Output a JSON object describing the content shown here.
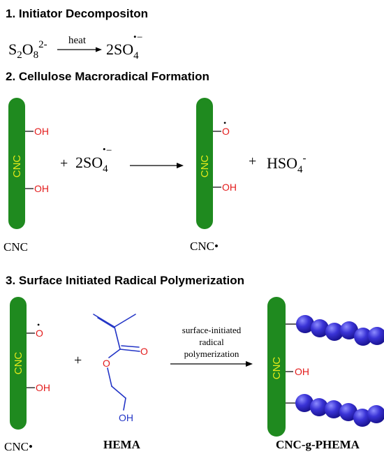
{
  "colors": {
    "rod": "#1f8a1f",
    "rod_text": "#e4ea1a",
    "red": "#e31b1b",
    "blue": "#2234c6",
    "bead": "#3a33d6"
  },
  "section1": {
    "title": "1. Initiator Decompositon",
    "reactant_main": "S",
    "reactant_sub1": "2",
    "reactant_mid": "O",
    "reactant_sub2": "8",
    "reactant_sup": "2-",
    "arrow_label": "heat",
    "product_main": "2SO",
    "product_sub": "4",
    "product_radical": "•",
    "product_charge": "−"
  },
  "section2": {
    "title": "2. Cellulose Macroradical Formation",
    "rod_label": "CNC",
    "oh_label": "OH",
    "o_label": "O",
    "radical_dot": "•",
    "plus": "+",
    "reagent_main": "2SO",
    "reagent_sub": "4",
    "reagent_charge": "−",
    "byproduct_main": "HSO",
    "byproduct_sub": "4",
    "byproduct_charge": "-",
    "caption_left": "CNC",
    "caption_right": "CNC•"
  },
  "section3": {
    "title": "3. Surface Initiated Radical Polymerization",
    "rod_label": "CNC",
    "o_label": "O",
    "oh_label": "OH",
    "radical_dot": "•",
    "plus": "+",
    "hema_o1": "O",
    "hema_o2": "O",
    "hema_oh": "OH",
    "arrow_line1": "surface-initiated",
    "arrow_line2": "radical",
    "arrow_line3": "polymerization",
    "caption_left": "CNC•",
    "caption_mid": "HEMA",
    "caption_right": "CNC-g-PHEMA"
  }
}
